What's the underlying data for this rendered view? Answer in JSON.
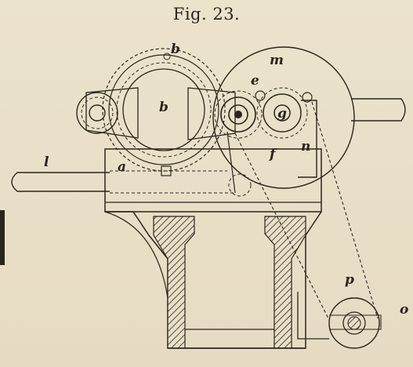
{
  "figure": {
    "title": "Fig. 23.",
    "labels": {
      "b_top": "b",
      "b_center": "b",
      "m": "m",
      "e": "e",
      "g": "g",
      "f": "f",
      "n": "n",
      "a": "a",
      "l": "l",
      "p": "p",
      "o": "o"
    }
  },
  "colors": {
    "ink": "#2b241a",
    "paper": "#e9dfc8"
  }
}
